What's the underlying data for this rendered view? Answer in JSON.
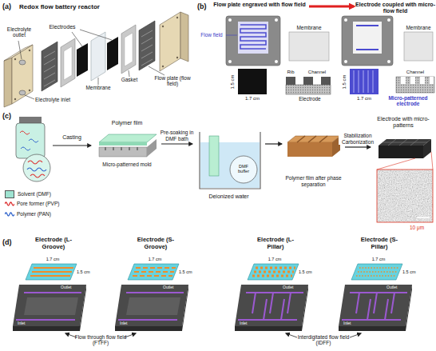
{
  "diagram": {
    "nodes": [
      {
        "text": [
          "Flow plate engraved with flow field"
        ]
      },
      {
        "text": [
          "Electrode coupled with micro-flow field"
        ]
      },
      {
        "text": [
          "Polymer film"
        ]
      },
      {
        "text": [
          "Deionized water"
        ]
      },
      {
        "text": [
          "Polymer film after phase separation"
        ]
      },
      {
        "text": [
          "Electrode with micro-patterns"
        ]
      },
      {
        "text": [
          "Electrode (L-Groove)"
        ]
      },
      {
        "text": [
          "Electrode (S-Groove)"
        ]
      },
      {
        "text": [
          "Electrode (L-Pillar)"
        ]
      },
      {
        "text": [
          "Electrode (S-Pillar)"
        ]
      }
    ],
    "edges": [
      {
        "from": 0,
        "to": 1,
        "arrow": "to"
      },
      {
        "from": 2,
        "to": 3,
        "arrow": "to",
        "label": "Pre-soaking in DMF bath"
      },
      {
        "from": 3,
        "to": 4,
        "arrow": "to"
      },
      {
        "from": 4,
        "to": 5,
        "arrow": "to",
        "label": "Stabilization Carbonization"
      }
    ],
    "labels": [
      "(a)",
      "Redox flow battery reactor",
      "Electrodes",
      "Flow plate (flow field)",
      "Gasket",
      "Membrane",
      "Electrolyte outlet",
      "Electrolyte inlet",
      "(b)",
      "Flow field",
      "Membrane",
      "1.5 cm",
      "1.7 cm",
      "Rib",
      "Channel",
      "Electrode",
      "Membrane",
      "1.5 cm",
      "1.7 cm",
      "Channel",
      "Micro-patterned electrode",
      "(c)",
      "Casting",
      "Micro-patterned mold",
      "DMF buffer",
      "10 μm",
      "(d)",
      "Flow through flow field (FTFF)",
      "Interdigitated flow field (IDFF)",
      "1.7 cm",
      "1.5 cm",
      "1.7 cm",
      "1.5 cm",
      "1.7 cm",
      "1.5 cm",
      "1.7 cm",
      "1.5 cm",
      "Outlet",
      "Inlet",
      "Outlet",
      "Inlet",
      "Outlet",
      "Inlet",
      "Outlet",
      "Inlet"
    ],
    "legend": [
      {
        "text": "Solvent (DMF)",
        "color": "#9fe3d1"
      },
      {
        "text": "Pore former (PVP)"
      },
      {
        "text": "Polymer (PAN)"
      }
    ]
  }
}
